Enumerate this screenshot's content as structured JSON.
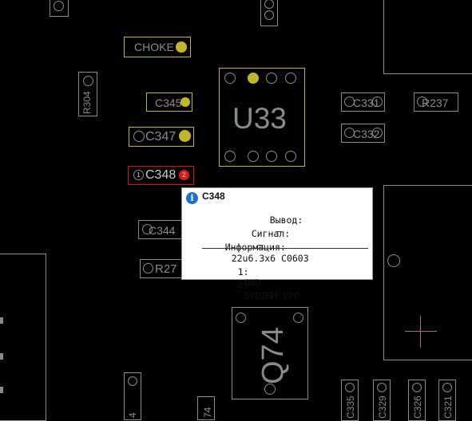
{
  "board": {
    "chips": {
      "u33": "U33",
      "q74": "Q74"
    },
    "parts": {
      "choke": "CHOKE",
      "c345": "C345",
      "c347": "C347",
      "c348": "C348",
      "c344": "C344",
      "r27": "R27",
      "r304": "R304",
      "c331": "C331",
      "c332": "C332",
      "r237": "R237",
      "c335": "C335",
      "c329": "C329",
      "c326": "C326",
      "c321": "C321",
      "left_bottom_a": "4",
      "left_bottom_b": "74"
    },
    "pin_markers": {
      "c348_pin1": "1",
      "c348_pin2": "2"
    },
    "colors": {
      "background": "#000000",
      "outline": "#8a8a8a",
      "highlight": "#c2b62a",
      "selected": "#d21414"
    }
  },
  "tooltip": {
    "title": "C348",
    "icon": "info-icon",
    "pin_label": "Вывод:",
    "pin_value": "—",
    "signal_label": "Сигнал:",
    "signal_value": "—",
    "info_label": "Информация:",
    "info_value": "22u6.3x6 C0603",
    "pins": [
      {
        "num": "1:",
        "net": "GND"
      },
      {
        "num": "2:",
        "net": "5VDIMM_VPP"
      }
    ]
  }
}
